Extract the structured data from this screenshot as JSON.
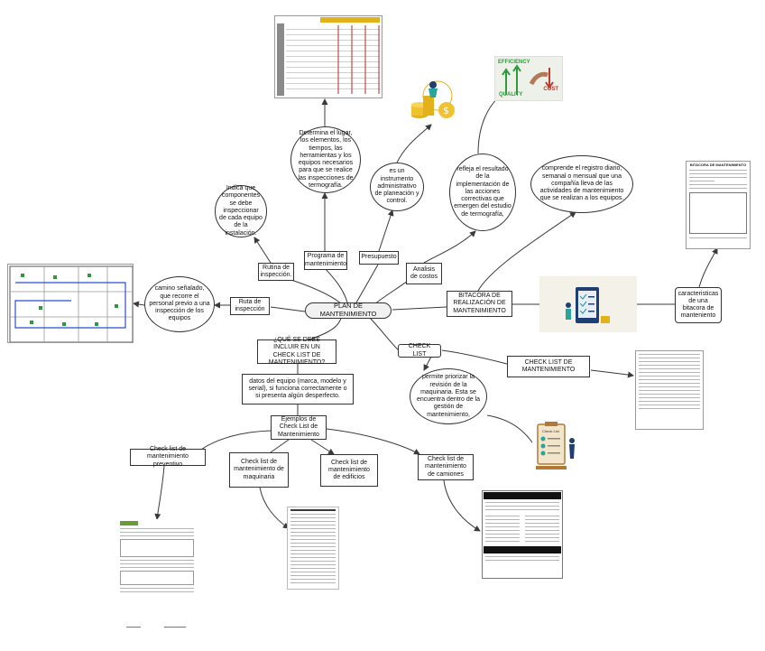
{
  "colors": {
    "line": "#3a3a3a",
    "node_border": "#333333",
    "teal": "#2aa39c",
    "navy": "#1f3f74",
    "gold": "#e3b21a",
    "plan_bg": "#f1f1f1"
  },
  "nodes": {
    "center": "PLAN DE MANTENIMIENTO",
    "rutina_inspeccion": "Rutina de inspección.",
    "programa_mantenimiento": "Programa de mantenimiento",
    "presupuesto": "Presupuesto",
    "analisis_costos": "Analisis de costos",
    "bitacora": "BITACORA DE REALIZACIÓN DE MANTENIMIENTO",
    "caracteristicas": "caracteristicas de una bitacora de manteniento",
    "ruta_inspeccion": "Ruta de inspección",
    "camino": "camino señalado, que recorre el personal previo a una inspección de los equipos",
    "indica": "Indica que componentes se debe inspeccionar de cada equipo de la instalación.",
    "determina": "Determina el lugar, los elementos, los tiempos, las herramientas y los equipos necesarios para que se realice las inspecciones de termografía.",
    "instrumento": "es un instrumento administrativo de planeación y control.",
    "refleja": "refleja el resultado de la implementación de las acciones correctivas que emergen del estudio de termografía,",
    "comprende": "comprende el registro diario, semanal o mensual que una compañía lleva de las actividades de mantenimiento que se realizan a los equipos.",
    "que_incluir": "¿QUÉ SE DEBE INCLUIR EN UN CHECK LIST DE MANTENIMIENTO?",
    "datos_equipo": "datos del equipo (marca, modelo y serial), si funciona correctamente o si presenta algún desperfecto.",
    "check_list": "CHECK LIST",
    "check_list_mantenimiento": "CHECK LIST DE MANTENIMIENTO",
    "permite": "permite priorizar la revisión de la maquinaria. Esta se encuentra dentro de la gestión de mantenimiento,",
    "ejemplos": "Ejemplos de Check List de Mantenimiento",
    "preventivo": "Check list de mantenimiento preventivo",
    "maquinaria": "Check list de mantenimiento de maquinaria",
    "edificios": "Check list de mantenimiento de edificios",
    "camiones": "Check list de mantenimiento de camiones"
  },
  "images": {
    "bitacora_title": "BITACORA DE MANTENIMIENTO",
    "checklist_card": "Check List",
    "cost_word": "COST",
    "quality_word": "QUALITY",
    "efficiency_word": "EFFICIENCY",
    "dollar_symbol": "$"
  }
}
